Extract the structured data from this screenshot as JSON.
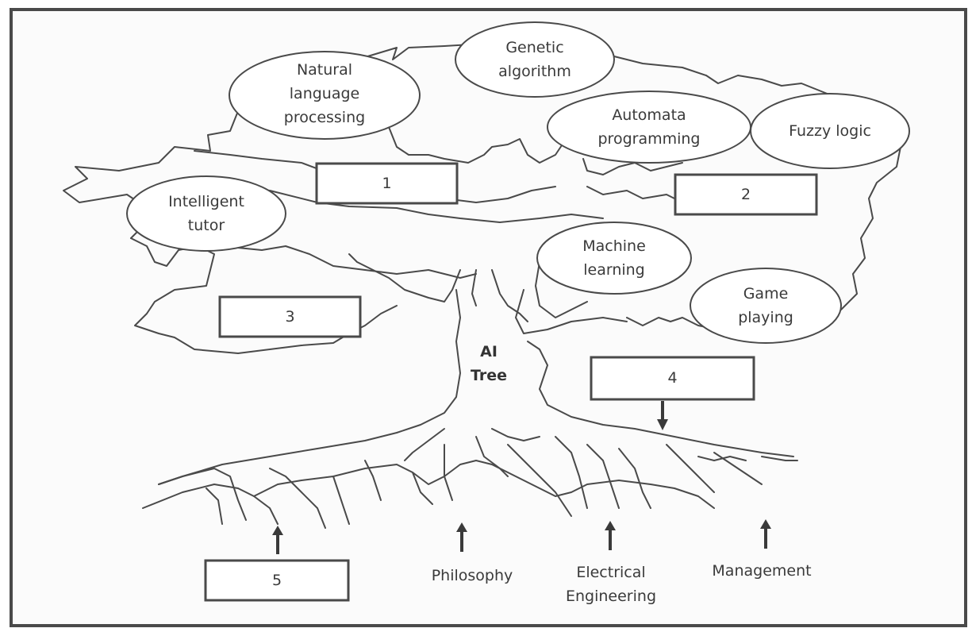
{
  "center_label": {
    "line1": "AI",
    "line2": "Tree"
  },
  "branches": [
    {
      "line1": "Genetic",
      "line2": "algorithm"
    },
    {
      "line1": "Natural",
      "line2": "language",
      "line3": "processing"
    },
    {
      "line1": "Automata",
      "line2": "programming"
    },
    {
      "line1": "Fuzzy logic"
    },
    {
      "line1": "Intelligent",
      "line2": "tutor"
    },
    {
      "line1": "Machine",
      "line2": "learning"
    },
    {
      "line1": "Game",
      "line2": "playing"
    }
  ],
  "boxes": [
    "1",
    "2",
    "3",
    "4",
    "5"
  ],
  "roots": [
    {
      "line1": "Philosophy"
    },
    {
      "line1": "Electrical",
      "line2": "Engineering"
    },
    {
      "line1": "Management"
    }
  ],
  "colors": {
    "stroke": "#4a4a4a",
    "text": "#3a3a3a",
    "fill": "#ffffff"
  }
}
